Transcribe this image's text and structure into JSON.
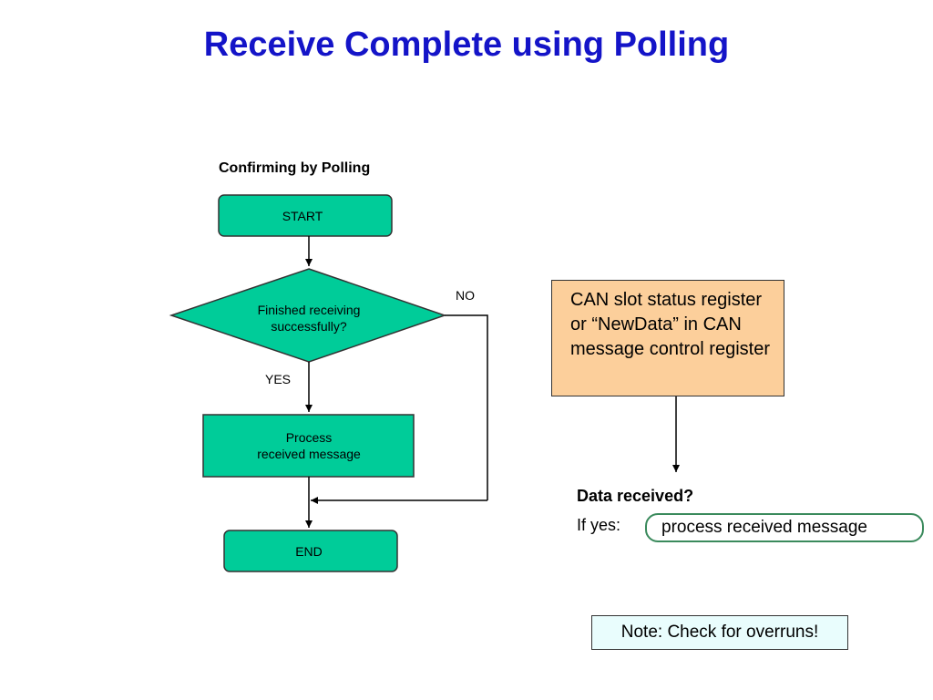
{
  "title": "Receive Complete using Polling",
  "diagram_title": "Confirming by Polling",
  "flowchart": {
    "start_label": "START",
    "decision_line1": "Finished receiving",
    "decision_line2": "successfully?",
    "no_label": "NO",
    "yes_label": "YES",
    "process_line1": "Process",
    "process_line2": "received message",
    "end_label": "END"
  },
  "status_box": {
    "text": "CAN slot status register or “NewData” in CAN message control register"
  },
  "data_received": {
    "question": "Data received?",
    "if_yes": "If yes:",
    "action": "process received message"
  },
  "note": "Note: Check for overruns!",
  "colors": {
    "title": "#1414c8",
    "node_fill": "#00cc99",
    "status_fill": "#fccf9b",
    "note_fill": "#e9fdfd",
    "pill_border": "#3a8a5c"
  }
}
